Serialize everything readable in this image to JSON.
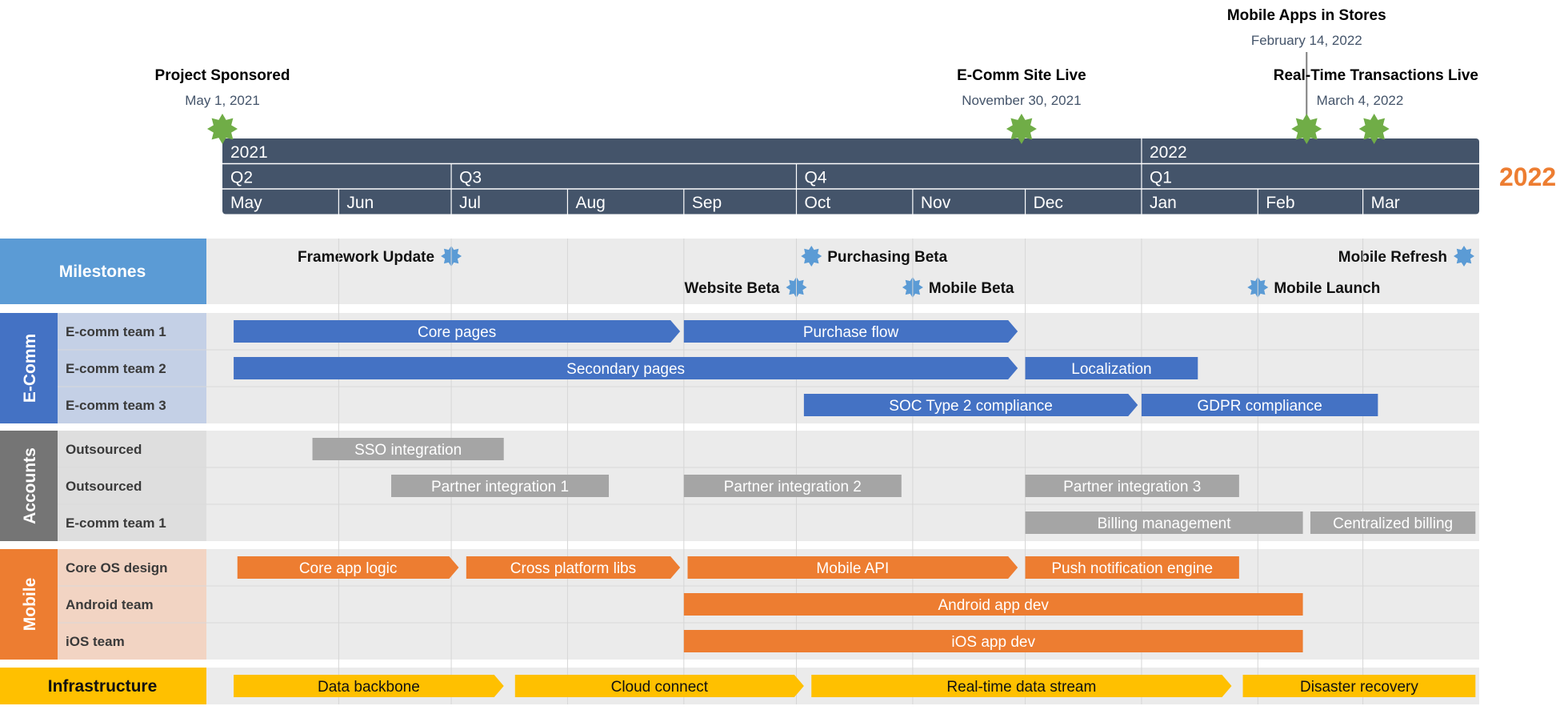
{
  "colors": {
    "axis_bg": "#44546a",
    "green_ms": "#70ad47",
    "blue_ms": "#5b9bd5",
    "ecomm_task": "#4472c4",
    "accounts_task": "#a5a5a5",
    "mobile_task": "#ed7d31",
    "infra_task": "#ffc000",
    "band_bg": "#ebebeb",
    "gridline": "#d6d6d6",
    "year_badge": "#ed7d31"
  },
  "icons": {
    "top_milestone": "star-burst-icon",
    "swimlane_milestone": "star-burst-icon"
  },
  "timeline": {
    "start": "2021-05-01",
    "end": "2022-03-31",
    "years": [
      {
        "label": "2021",
        "start": "2021-05-01"
      },
      {
        "label": "2022",
        "start": "2022-01-01"
      }
    ],
    "quarters": [
      {
        "label": "Q2",
        "start": "2021-05-01"
      },
      {
        "label": "Q3",
        "start": "2021-07-01"
      },
      {
        "label": "Q4",
        "start": "2021-10-01"
      },
      {
        "label": "Q1",
        "start": "2022-01-01"
      }
    ],
    "months": [
      {
        "label": "May",
        "start": "2021-05-01"
      },
      {
        "label": "Jun",
        "start": "2021-06-01"
      },
      {
        "label": "Jul",
        "start": "2021-07-01"
      },
      {
        "label": "Aug",
        "start": "2021-08-01"
      },
      {
        "label": "Sep",
        "start": "2021-09-01"
      },
      {
        "label": "Oct",
        "start": "2021-10-01"
      },
      {
        "label": "Nov",
        "start": "2021-11-01"
      },
      {
        "label": "Dec",
        "start": "2021-12-01"
      },
      {
        "label": "Jan",
        "start": "2022-01-01"
      },
      {
        "label": "Feb",
        "start": "2022-02-01"
      },
      {
        "label": "Mar",
        "start": "2022-03-01"
      }
    ],
    "year_badge": "2022"
  },
  "top_milestones": [
    {
      "title": "Project Sponsored",
      "date_text": "May 1, 2021",
      "date": "2021-05-01",
      "level": "low"
    },
    {
      "title": "E-Comm Site Live",
      "date_text": "November 30, 2021",
      "date": "2021-11-30",
      "level": "low"
    },
    {
      "title": "Mobile Apps in Stores",
      "date_text": "February 14, 2022",
      "date": "2022-02-14",
      "level": "high"
    },
    {
      "title": "Real-Time Transactions Live",
      "date_text": "March 4, 2022",
      "date": "2022-03-04",
      "level": "low"
    }
  ],
  "milestones_lane": {
    "label": "Milestones",
    "items": [
      {
        "label": "Framework Update",
        "date": "2021-07-01",
        "row": 1,
        "label_side": "left"
      },
      {
        "label": "Purchasing Beta",
        "date": "2021-10-05",
        "row": 1,
        "label_side": "right"
      },
      {
        "label": "Mobile Refresh",
        "date": "2022-03-31",
        "row": 1,
        "label_side": "left"
      },
      {
        "label": "Website Beta",
        "date": "2021-10-01",
        "row": 2,
        "label_side": "left"
      },
      {
        "label": "Mobile Beta",
        "date": "2021-11-01",
        "row": 2,
        "label_side": "right"
      },
      {
        "label": "Mobile Launch",
        "date": "2022-02-01",
        "row": 2,
        "label_side": "right"
      }
    ]
  },
  "groups": [
    {
      "label": "E-Comm",
      "color": "#4472c4",
      "label_bg": "#c4d0e6",
      "task_color": "#4472c4",
      "text_dark": false,
      "rows": [
        {
          "label": "E-comm team 1",
          "tasks": [
            {
              "label": "Core pages",
              "start": "2021-05-04",
              "end": "2021-08-31"
            },
            {
              "label": "Purchase flow",
              "start": "2021-09-01",
              "end": "2021-11-29"
            }
          ]
        },
        {
          "label": "E-comm team 2",
          "tasks": [
            {
              "label": "Secondary pages",
              "start": "2021-05-04",
              "end": "2021-11-29"
            },
            {
              "label": "Localization",
              "start": "2021-12-01",
              "end": "2022-01-16"
            }
          ]
        },
        {
          "label": "E-comm team 3",
          "tasks": [
            {
              "label": "SOC Type 2 compliance",
              "start": "2021-10-03",
              "end": "2021-12-31"
            },
            {
              "label": "GDPR compliance",
              "start": "2022-01-01",
              "end": "2022-03-05"
            }
          ]
        }
      ]
    },
    {
      "label": "Accounts",
      "color": "#757575",
      "label_bg": "#dedede",
      "task_color": "#a5a5a5",
      "text_dark": false,
      "rows": [
        {
          "label": "Outsourced",
          "tasks": [
            {
              "label": "SSO integration",
              "start": "2021-05-25",
              "end": "2021-07-15"
            }
          ]
        },
        {
          "label": "Outsourced",
          "tasks": [
            {
              "label": "Partner integration 1",
              "start": "2021-06-15",
              "end": "2021-08-12"
            },
            {
              "label": "Partner integration 2",
              "start": "2021-09-01",
              "end": "2021-10-29"
            }
          ]
        },
        {
          "label": "E-comm team 1",
          "tasks": [
            {
              "label": "Partner integration 3",
              "start": "2021-12-01",
              "end": "2022-01-27",
              "row_offset": -1
            },
            {
              "label": "Billing management",
              "start": "2021-12-01",
              "end": "2022-02-13"
            },
            {
              "label": "Centralized billing",
              "start": "2022-02-15",
              "end": "2022-03-31"
            }
          ]
        }
      ]
    },
    {
      "label": "Mobile",
      "color": "#ed7d31",
      "label_bg": "#f2d4c3",
      "task_color": "#ed7d31",
      "text_dark": false,
      "rows": [
        {
          "label": "Core OS design",
          "tasks": [
            {
              "label": "Core app logic",
              "start": "2021-05-05",
              "end": "2021-07-03"
            },
            {
              "label": "Cross platform libs",
              "start": "2021-07-05",
              "end": "2021-08-31"
            },
            {
              "label": "Mobile API",
              "start": "2021-09-02",
              "end": "2021-11-29"
            },
            {
              "label": "Push notification engine",
              "start": "2021-12-01",
              "end": "2022-01-27"
            }
          ]
        },
        {
          "label": "Android team",
          "tasks": [
            {
              "label": "Android app dev",
              "start": "2021-09-01",
              "end": "2022-02-13"
            }
          ]
        },
        {
          "label": "iOS team",
          "tasks": [
            {
              "label": "iOS app dev",
              "start": "2021-09-01",
              "end": "2022-02-13"
            }
          ]
        }
      ]
    },
    {
      "label": "Infrastructure",
      "color": "#ffc000",
      "label_bg": "#ffc000",
      "task_color": "#ffc000",
      "text_dark": true,
      "rows": [
        {
          "label": "",
          "tasks": [
            {
              "label": "Data backbone",
              "start": "2021-05-04",
              "end": "2021-07-15"
            },
            {
              "label": "Cloud connect",
              "start": "2021-07-18",
              "end": "2021-10-03"
            },
            {
              "label": "Real-time data stream",
              "start": "2021-10-05",
              "end": "2022-01-25"
            },
            {
              "label": "Disaster recovery",
              "start": "2022-01-28",
              "end": "2022-03-31"
            }
          ]
        }
      ]
    }
  ]
}
